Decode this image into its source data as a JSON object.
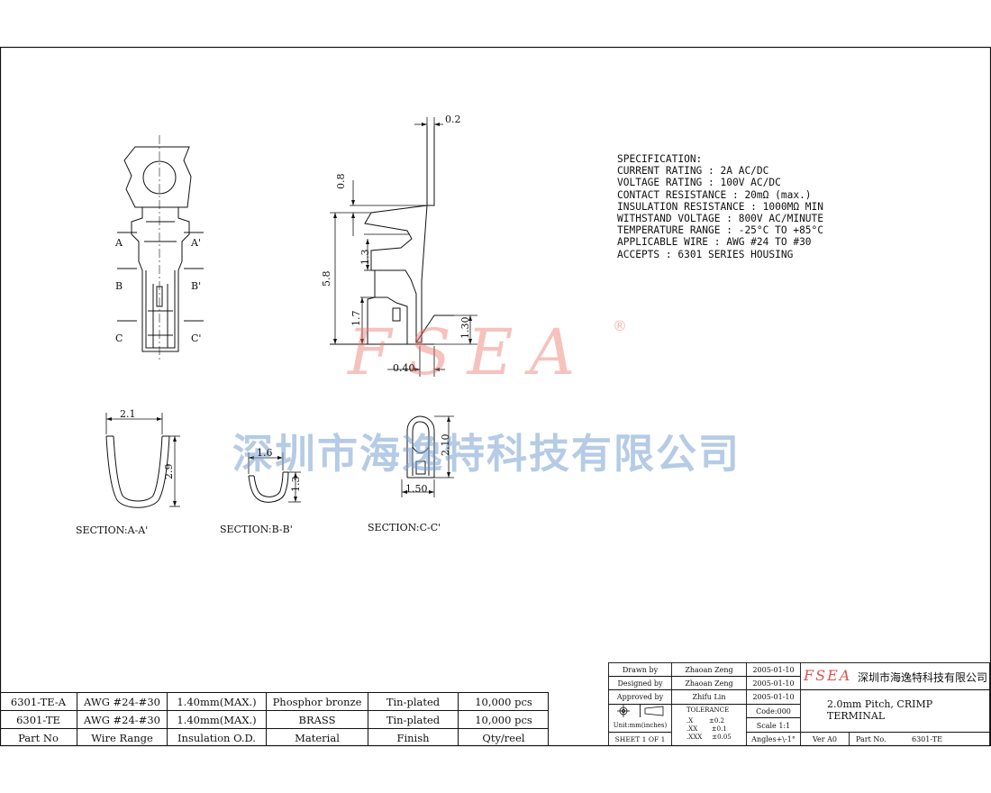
{
  "drawing": {
    "dimensions": {
      "top_thickness": "0.2",
      "tab_height": "0.8",
      "total_height": "5.8",
      "mid_height": "1.3",
      "lower_height": "1.7",
      "right_height": "1.30",
      "bottom_width": "0.40",
      "sec_a_width": "2.1",
      "sec_a_height": "2.9",
      "sec_b_width": "1.6",
      "sec_b_height": "1.3",
      "sec_c_height": "2.10",
      "sec_c_width": "1.50"
    },
    "section_markers": [
      "A",
      "A'",
      "B",
      "B'",
      "C",
      "C'"
    ],
    "section_labels": [
      "SECTION:A-A'",
      "SECTION:B-B'",
      "SECTION:C-C'"
    ]
  },
  "specification": {
    "heading": "SPECIFICATION:",
    "lines": [
      "CURRENT RATING : 2A AC/DC",
      "VOLTAGE RATING : 100V AC/DC",
      "CONTACT RESISTANCE : 20mΩ (max.)",
      "INSULATION RESISTANCE : 1000MΩ MIN",
      "WITHSTAND VOLTAGE : 800V AC/MINUTE",
      "TEMPERATURE RANGE : -25°C TO +85°C",
      "APPLICABLE WIRE : AWG #24 TO #30",
      "ACCEPTS : 6301 SERIES HOUSING"
    ]
  },
  "watermark": {
    "latin": "FSEA",
    "registered": "®",
    "chinese": "深圳市海逸特科技有限公司"
  },
  "parts_table": {
    "headers": [
      "Part No",
      "Wire Range",
      "Insulation O.D.",
      "Material",
      "Finish",
      "Qty/reel"
    ],
    "rows": [
      [
        "6301-TE-A",
        "AWG #24-#30",
        "1.40mm(MAX.)",
        "Phosphor bronze",
        "Tin-plated",
        "10,000 pcs"
      ],
      [
        "6301-TE",
        "AWG #24-#30",
        "1.40mm(MAX.)",
        "BRASS",
        "Tin-plated",
        "10,000 pcs"
      ]
    ]
  },
  "title_block": {
    "drawn_label": "Drawn   by",
    "drawn_name": "Zhaoan Zeng",
    "drawn_date": "2005-01-10",
    "designed_label": "Designed  by",
    "designed_name": "Zhaoan Zeng",
    "designed_date": "2005-01-10",
    "approved_label": "Approved  by",
    "approved_name": "Zhifu Lin",
    "approved_date": "2005-01-10",
    "units": "Unit:mm(inches)",
    "sheet": "SHEET  1  OF  1",
    "tolerance_heading": "TOLERANCE",
    "tolerance_x": ".X        ±0.2",
    "tolerance_xx": ".XX       ±0.1",
    "tolerance_xxx": ".XXX     ±0.05",
    "code": "Code:000",
    "scale": "Scale 1:1",
    "angles": "Angles+\\-1°",
    "company_logo": "FSEA",
    "company_name": "深圳市海逸特科技有限公司",
    "title_line1": "2.0mm Pitch, CRIMP",
    "title_line2": "TERMINAL",
    "version": "Ver A0",
    "part_no_label": "Part No.",
    "part_no_value": "6301-TE"
  },
  "colors": {
    "line": "#111111",
    "watermark_red": "#eb786e",
    "watermark_blue": "#78a0d2"
  }
}
